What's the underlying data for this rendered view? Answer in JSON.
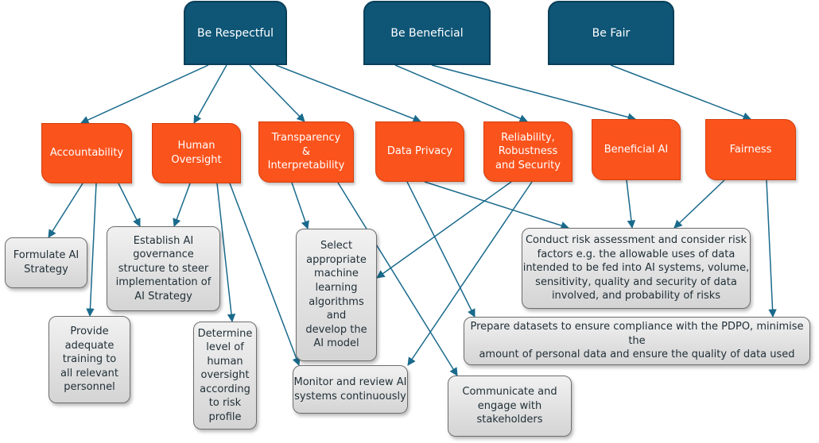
{
  "principles": {
    "be_respectful": "Be Respectful",
    "be_beneficial": "Be Beneficial",
    "be_fair": "Be Fair"
  },
  "elements": {
    "accountability": "Accountability",
    "human_oversight": "Human\nOversight",
    "transparency": "Transparency\n&\nInterpretability",
    "data_privacy": "Data Privacy",
    "reliability": "Reliability,\nRobustness\nand Security",
    "beneficial_ai": "Beneficial AI",
    "fairness": "Fairness"
  },
  "practices": {
    "formulate_strategy": "Formulate AI\nStrategy",
    "governance_structure": "Establish AI\ngovernance\nstructure to steer\nimplementation of\nAI Strategy",
    "provide_training": "Provide\nadequate\ntraining to\nall relevant\npersonnel",
    "determine_oversight": "Determine\nlevel of\nhuman\noversight\naccording\nto risk\nprofile",
    "select_algorithms": "Select\nappropriate\nmachine\nlearning\nalgorithms\nand\ndevelop the\nAI model",
    "monitor_review": "Monitor and review AI\nsystems continuously",
    "communicate_engage": "Communicate and\nengage with\nstakeholders",
    "risk_assessment": "Conduct risk assessment and consider risk\nfactors e.g. the allowable uses of data\nintended to be fed into AI systems, volume,\nsensitivity, quality and security of data\ninvolved, and probability of risks",
    "prepare_datasets": "Prepare datasets to ensure compliance with the PDPO, minimise the\namount of personal data and ensure the quality of data used"
  },
  "connections": [
    [
      "be_respectful",
      "accountability"
    ],
    [
      "be_respectful",
      "human_oversight"
    ],
    [
      "be_respectful",
      "transparency"
    ],
    [
      "be_respectful",
      "data_privacy"
    ],
    [
      "be_beneficial",
      "reliability"
    ],
    [
      "be_beneficial",
      "beneficial_ai"
    ],
    [
      "be_fair",
      "fairness"
    ],
    [
      "accountability",
      "formulate_strategy"
    ],
    [
      "accountability",
      "provide_training"
    ],
    [
      "accountability",
      "governance_structure"
    ],
    [
      "human_oversight",
      "governance_structure"
    ],
    [
      "human_oversight",
      "determine_oversight"
    ],
    [
      "human_oversight",
      "monitor_review"
    ],
    [
      "transparency",
      "select_algorithms"
    ],
    [
      "transparency",
      "communicate_engage"
    ],
    [
      "data_privacy",
      "risk_assessment"
    ],
    [
      "data_privacy",
      "prepare_datasets"
    ],
    [
      "reliability",
      "select_algorithms"
    ],
    [
      "reliability",
      "monitor_review"
    ],
    [
      "beneficial_ai",
      "risk_assessment"
    ],
    [
      "fairness",
      "risk_assessment"
    ],
    [
      "fairness",
      "prepare_datasets"
    ]
  ],
  "colors": {
    "principle_fill": "#0e5576",
    "element_fill": "#fb531c",
    "practice_fill": "#e3e3e3",
    "connector": "#1a6a8c"
  }
}
